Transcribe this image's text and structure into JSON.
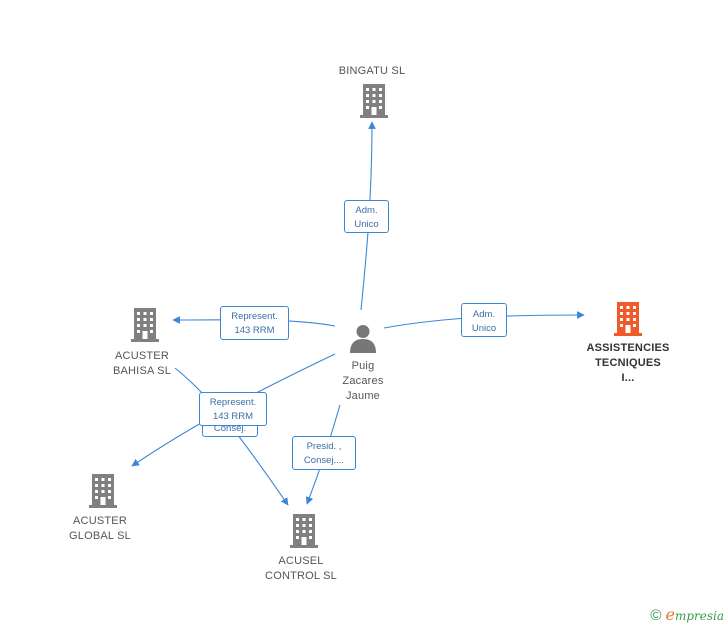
{
  "nodes": {
    "bingatu": {
      "label": "BINGATU  SL"
    },
    "acuster_bahisa": {
      "label": "ACUSTER\nBAHISA  SL"
    },
    "assistencies": {
      "label": "ASSISTENCIES\nTECNIQUES\nI..."
    },
    "acuster_global": {
      "label": "ACUSTER\nGLOBAL SL"
    },
    "acusel_control": {
      "label": "ACUSEL\nCONTROL SL"
    },
    "person": {
      "label": "Puig\nZacares\nJaume"
    }
  },
  "edges": {
    "to_bingatu": "Adm.\nUnico",
    "to_assistencies": "Adm.\nUnico",
    "to_acuster_bahisa": "Represent.\n143 RRM",
    "to_acuster_global_back": "Consej.",
    "to_acuster_global": "Represent.\n143 RRM",
    "to_acusel": "Presid. ,\nConsej...."
  },
  "colors": {
    "edge": "#3b87d6",
    "company_icon": "#808080",
    "highlight_icon": "#f05a28",
    "person_icon": "#777777"
  },
  "footer": {
    "copyright": "©",
    "brand_initial": "e",
    "brand_rest": "mpresia"
  }
}
